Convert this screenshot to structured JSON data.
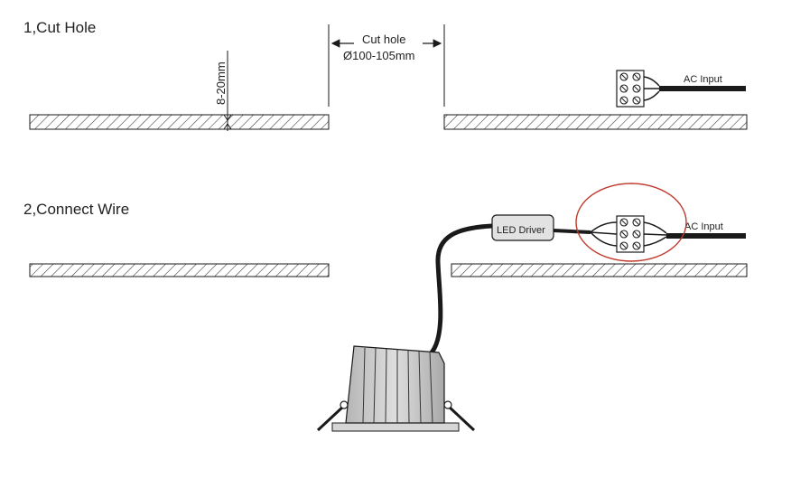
{
  "steps": {
    "step1": "1,Cut Hole",
    "step2": "2,Connect Wire"
  },
  "dimensions": {
    "depth": "8-20mm",
    "cut_hole_title": "Cut hole",
    "cut_hole_size": "Ø100-105mm"
  },
  "labels": {
    "ac_input_top": "AC Input",
    "ac_input_bottom": "AC Input",
    "led_driver": "LED Driver"
  },
  "colors": {
    "line": "#1a1a1a",
    "highlight_circle": "#c0392b",
    "lamp_body": "#c9c9c9",
    "driver_box": "#e2e2e2"
  }
}
